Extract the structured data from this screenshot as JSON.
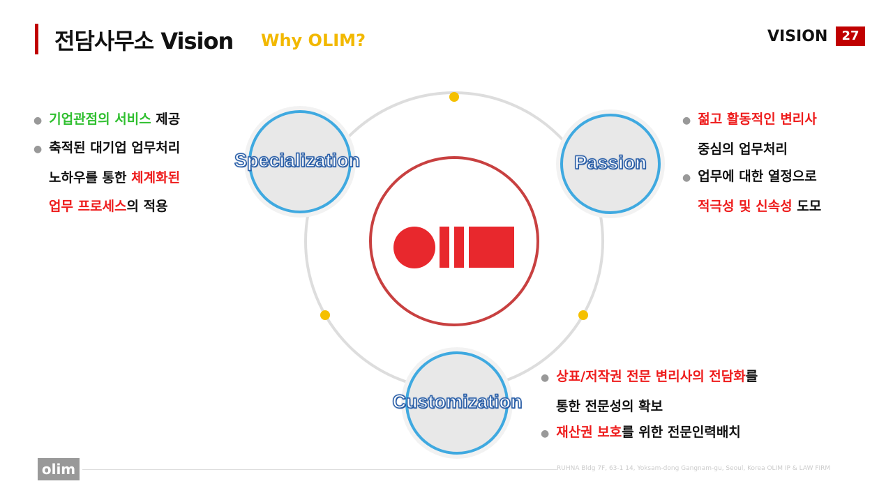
{
  "header": {
    "title": "전담사무소 Vision",
    "subtitle": "Why OLIM?",
    "section": "VISION",
    "page_number": "27"
  },
  "bubbles": {
    "specialization": "Specialization",
    "passion": "Passion",
    "customization": "Customization"
  },
  "center_logo": "olim",
  "left_text": {
    "b1": {
      "green": "기업관점의 서비스",
      "rest": " 제공"
    },
    "b2": {
      "line1": "축적된 대기업 업무처리",
      "line2a": "노하우를 통한 ",
      "line2b": "체계화된",
      "line3a": "업무 프로세스",
      "line3b": "의 적용"
    }
  },
  "right_text": {
    "b1": {
      "line1": "젊고 활동적인 변리사",
      "line2": "중심의 업무처리"
    },
    "b2": {
      "line1": "업무에 대한 열정으로",
      "line2a": "적극성 및 신속성",
      "line2b": " 도모"
    }
  },
  "bottom_text": {
    "b1": {
      "red": "상표/저작권 전문 변리사의 전담화",
      "rest": "를",
      "line2": "통한 전문성의 확보"
    },
    "b2": {
      "red": "재산권 보호",
      "rest": "를 위한 전문인력배치"
    }
  },
  "footer": {
    "logo": "olim",
    "address": "RUHNA Bldg 7F, 63-1 14, Yoksam-dong Gangnam-gu, Seoul, Korea OLIM IP & LAW FIRM"
  },
  "colors": {
    "accent": "#c00000",
    "yellow": "#f2b800",
    "green": "#2fbf2f",
    "red": "#ee1c1c",
    "bubble_border": "#3fa9e0"
  }
}
